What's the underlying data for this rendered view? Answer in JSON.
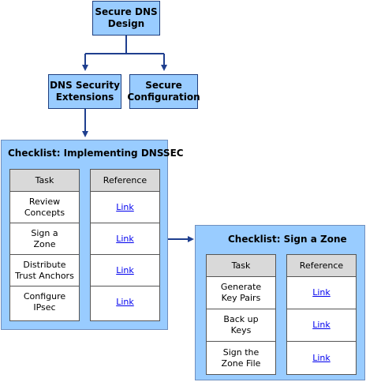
{
  "nodes": {
    "root": "Secure DNS\nDesign",
    "dnssec": "DNS Security\nExtensions",
    "secure_config": "Secure\nConfiguration"
  },
  "checklist_dnssec": {
    "title": "Checklist: Implementing DNSSEC",
    "task_header": "Task",
    "reference_header": "Reference",
    "tasks": [
      "Review\nConcepts",
      "Sign a\nZone",
      "Distribute\nTrust Anchors",
      "Configure\nIPsec"
    ],
    "links": [
      "Link",
      "Link",
      "Link",
      "Link"
    ]
  },
  "checklist_sign_zone": {
    "title": "Checklist: Sign a Zone",
    "task_header": "Task",
    "reference_header": "Reference",
    "tasks": [
      "Generate\nKey Pairs",
      "Back up\nKeys",
      "Sign the\nZone File"
    ],
    "links": [
      "Link",
      "Link",
      "Link"
    ]
  },
  "colors": {
    "box_fill": "#99ccff",
    "connector": "#1f3f8f",
    "header_fill": "#d9d9d9",
    "link": "#0000ee"
  }
}
